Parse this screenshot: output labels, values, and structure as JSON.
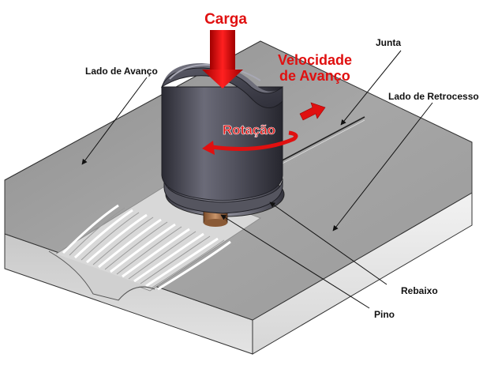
{
  "labels": {
    "load": "Carga",
    "speed_line1": "Velocidade",
    "speed_line2": "de Avanço",
    "rotation": "Rotação",
    "joint": "Junta",
    "advancing_side": "Lado de Avanço",
    "retreating_side": "Lado de Retrocesso",
    "shoulder_recess": "Rebaixo",
    "pin": "Pino"
  },
  "colors": {
    "accent_red": "#e01010",
    "plate_top": "#9a9a9a",
    "plate_side": "#e8e8e8",
    "tool": "#4a4a55",
    "pin": "#b07a50"
  }
}
